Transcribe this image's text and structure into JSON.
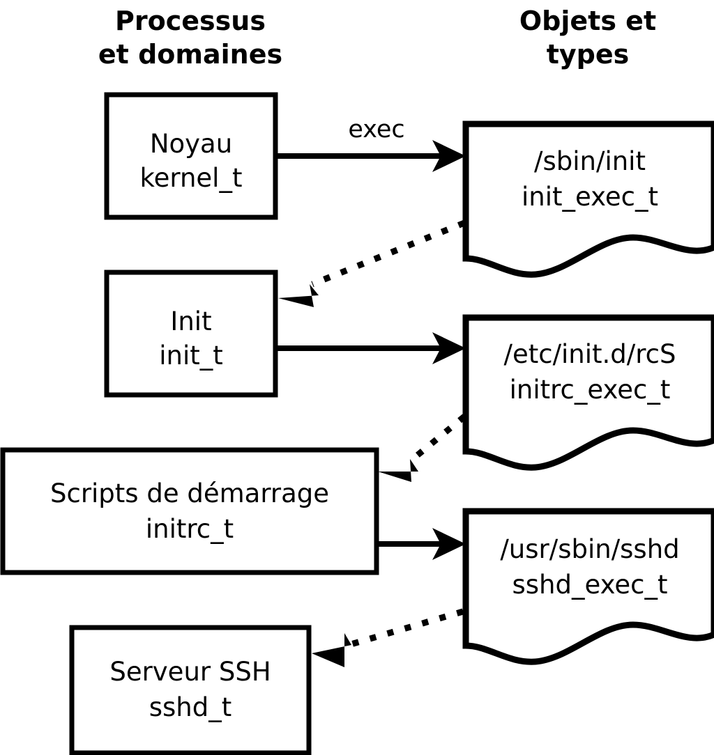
{
  "diagram": {
    "title_hidden": "",
    "columns": [
      {
        "id": "processes",
        "line1": "Processus",
        "line2": "et domaines"
      },
      {
        "id": "objects",
        "line1": "Objets et",
        "line2": "types"
      }
    ],
    "process_nodes": [
      {
        "id": "kernel",
        "line1": "Noyau",
        "line2": "kernel_t"
      },
      {
        "id": "init",
        "line1": "Init",
        "line2": "init_t"
      },
      {
        "id": "initrc",
        "line1": "Scripts de démarrage",
        "line2": "initrc_t"
      },
      {
        "id": "sshd",
        "line1": "Serveur SSH",
        "line2": "sshd_t"
      }
    ],
    "object_nodes": [
      {
        "id": "init_exec",
        "line1": "/sbin/init",
        "line2": "init_exec_t"
      },
      {
        "id": "initrc_exec",
        "line1": "/etc/init.d/rcS",
        "line2": "initrc_exec_t"
      },
      {
        "id": "sshd_exec",
        "line1": "/usr/sbin/sshd",
        "line2": "sshd_exec_t"
      }
    ],
    "edges": [
      {
        "id": "kernel-to-init-exec",
        "label": "exec",
        "style": "solid"
      },
      {
        "id": "init-exec-to-init",
        "label": "",
        "style": "dotted"
      },
      {
        "id": "init-to-initrc-exec",
        "label": "",
        "style": "solid"
      },
      {
        "id": "initrc-exec-to-initrc",
        "label": "",
        "style": "dotted"
      },
      {
        "id": "initrc-to-sshd-exec",
        "label": "",
        "style": "solid"
      },
      {
        "id": "sshd-exec-to-sshd",
        "label": "",
        "style": "dotted"
      }
    ],
    "colors": {
      "background": "#ffffff",
      "stroke": "#000000",
      "text": "#000000"
    }
  }
}
